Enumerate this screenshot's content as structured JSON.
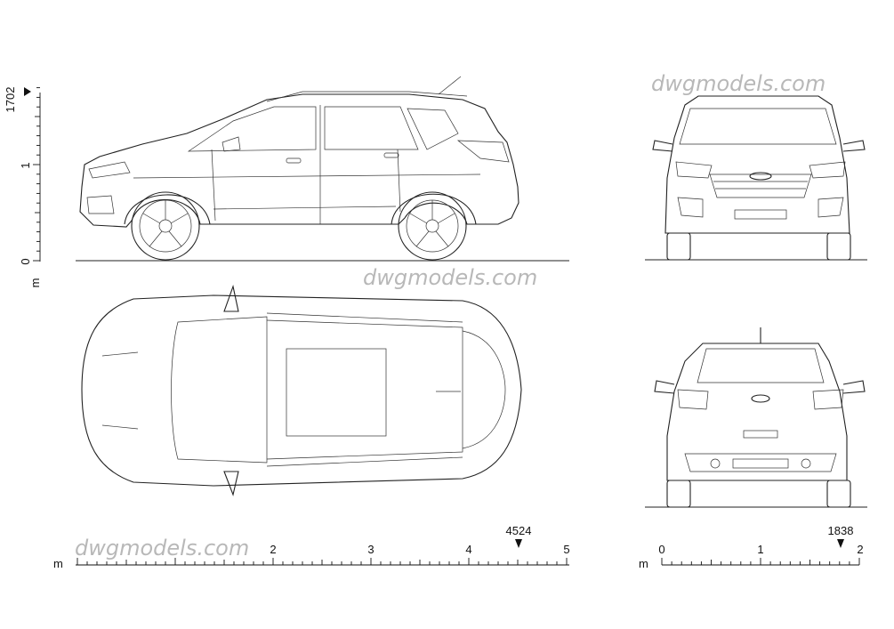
{
  "watermarks": [
    "dwgmodels.com",
    "dwgmodels.com",
    "dwgmodels.com"
  ],
  "height_scale": {
    "unit": "m",
    "marker_value": "1702",
    "labels": [
      "0",
      "1"
    ]
  },
  "length_scale": {
    "unit": "m",
    "marker_value": "4524",
    "labels": [
      "2",
      "3",
      "4",
      "5"
    ]
  },
  "width_scale": {
    "unit": "m",
    "marker_value": "1838",
    "labels": [
      "0",
      "1",
      "2"
    ]
  }
}
